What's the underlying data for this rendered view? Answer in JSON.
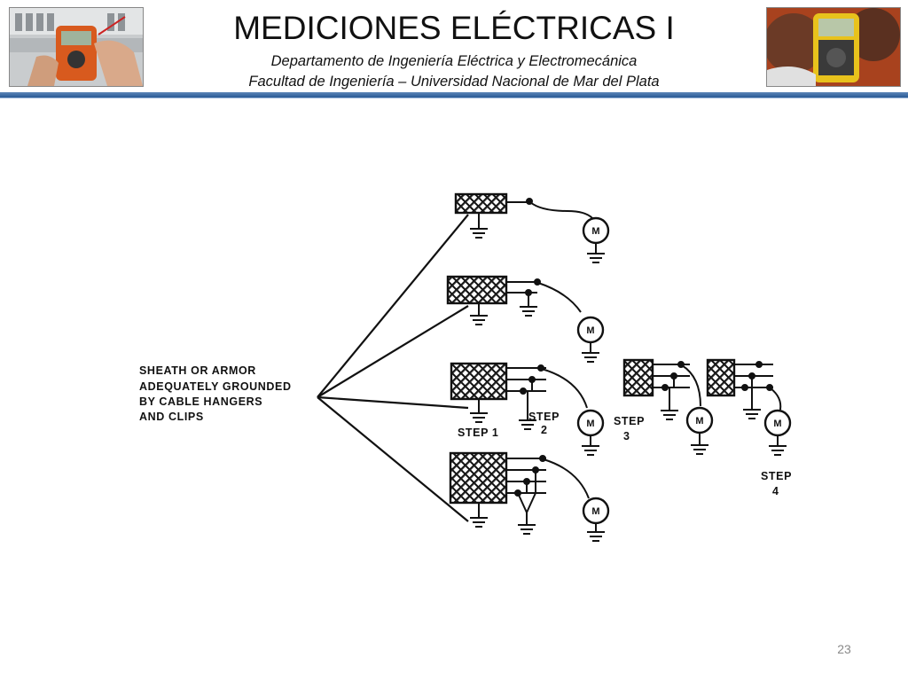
{
  "header": {
    "title": "MEDICIONES ELÉCTRICAS I",
    "subtitle_1": "Departamento de Ingeniería Eléctrica y Electromecánica",
    "subtitle_2": "Facultad de Ingeniería – Universidad Nacional de Mar del Plata"
  },
  "diagram": {
    "sheath_label": [
      "SHEATH OR ARMOR",
      "ADEQUATELY GROUNDED",
      "BY CABLE HANGERS",
      "AND CLIPS"
    ],
    "motor_label": "M",
    "step_labels": {
      "step1": [
        "STEP 1"
      ],
      "step2": [
        "STEP",
        "2"
      ],
      "step3": [
        "STEP",
        "3"
      ],
      "step4": [
        "STEP",
        "4"
      ]
    }
  },
  "footer": {
    "page_number": "23"
  }
}
